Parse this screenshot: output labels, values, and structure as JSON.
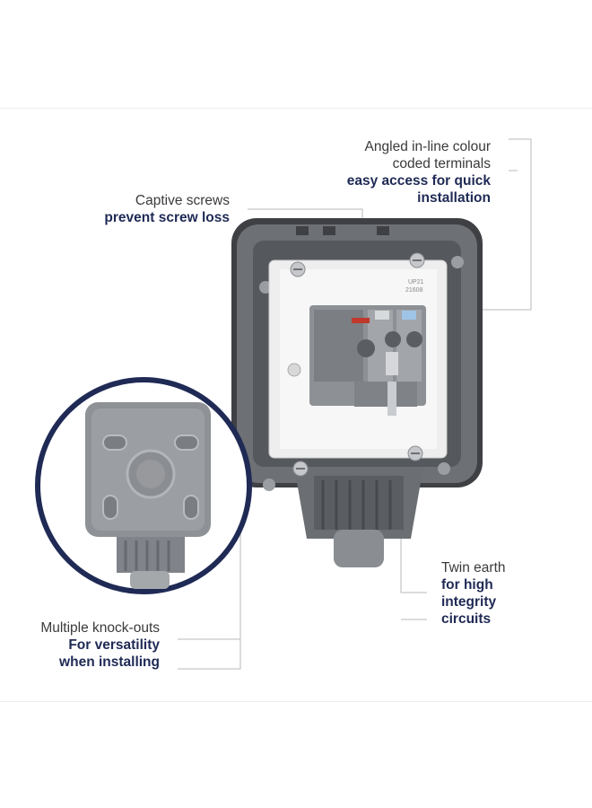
{
  "callouts": {
    "terminals": {
      "line1": "Angled in-line colour",
      "line2": "coded terminals",
      "line3": "easy access for quick",
      "line4": "installation"
    },
    "screws": {
      "line1": "Captive screws",
      "line2": "prevent screw loss"
    },
    "earth": {
      "line1": "Twin earth",
      "line2": "for high",
      "line3": "integrity",
      "line4": "circuits"
    },
    "knockouts": {
      "line1": "Multiple knock-outs",
      "line2": "For versatility",
      "line3": "when installing"
    }
  },
  "terminal_marks": {
    "tag1": "UP21",
    "tag2": "21608"
  },
  "colors": {
    "accent": "#1f2a55",
    "circle_border": "#1f2a55",
    "leader_line": "#b5b5b5",
    "housing": "#6b6e72",
    "faceplate": "#f2f2f2"
  }
}
